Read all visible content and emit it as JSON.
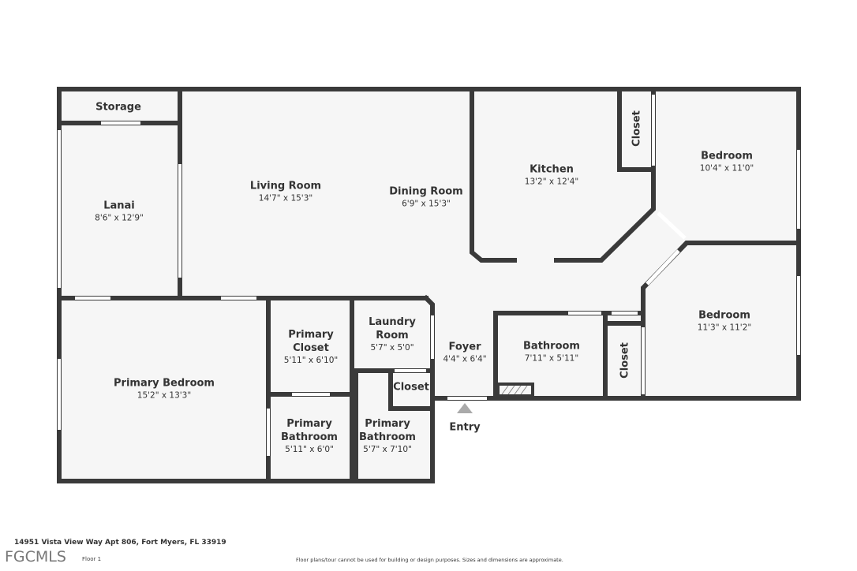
{
  "rooms": [
    {
      "name": "Storage",
      "dims": ""
    },
    {
      "name": "Lanai",
      "dims": "8'6\" x 12'9\""
    },
    {
      "name": "Living Room",
      "dims": "14'7\" x 15'3\""
    },
    {
      "name": "Dining Room",
      "dims": "6'9\" x 15'3\""
    },
    {
      "name": "Kitchen",
      "dims": "13'2\" x 12'4\""
    },
    {
      "name": "Closet",
      "dims": ""
    },
    {
      "name": "Bedroom",
      "dims": "10'4\" x 11'0\""
    },
    {
      "name": "Bedroom",
      "dims": "11'3\" x 11'2\""
    },
    {
      "name": "Primary Bedroom",
      "dims": "15'2\" x 13'3\""
    },
    {
      "name": "Primary\nCloset",
      "dims": "5'11\" x 6'10\""
    },
    {
      "name": "Laundry\nRoom",
      "dims": "5'7\" x 5'0\""
    },
    {
      "name": "Foyer",
      "dims": "4'4\" x 6'4\""
    },
    {
      "name": "Bathroom",
      "dims": "7'11\" x 5'11\""
    },
    {
      "name": "Closet",
      "dims": ""
    },
    {
      "name": "Closet",
      "dims": ""
    },
    {
      "name": "Primary\nBathroom",
      "dims": "5'11\" x 6'0\""
    },
    {
      "name": "Primary\nBathroom",
      "dims": "5'7\" x 7'10\""
    }
  ],
  "entry_label": "Entry",
  "footer": {
    "address": "14951 Vista View Way Apt 806, Fort Myers, FL 33919",
    "floor": "Floor 1",
    "logo": "FGCMLS",
    "disclaimer": "Floor plans/tour cannot be used for building or design purposes. Sizes and dimensions are approximate."
  },
  "colors": {
    "wall": "#3a3a3a",
    "floor": "#f6f6f6",
    "window": "#ffffff"
  }
}
